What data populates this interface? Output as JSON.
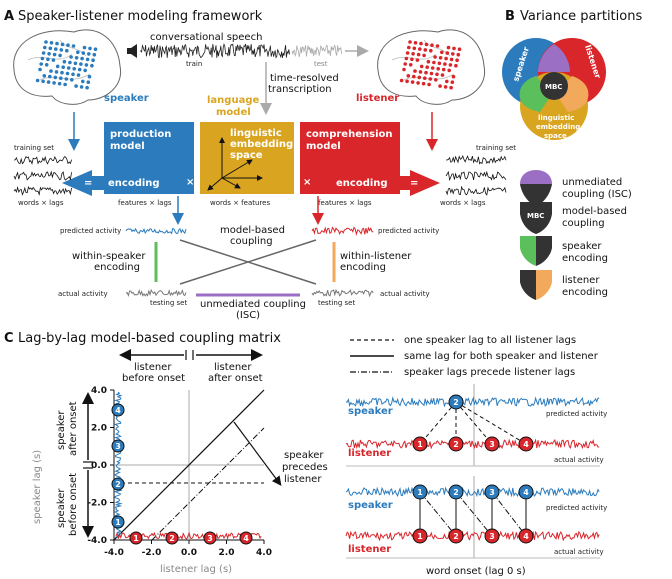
{
  "panel_a": {
    "letter": "A",
    "title": "Speaker-listener modeling framework",
    "speech_label": "conversational speech",
    "train_label": "train",
    "test_label": "test",
    "transcription_line1": "time-resolved",
    "transcription_line2": "transcription",
    "speaker_label": "speaker",
    "listener_label": "listener",
    "language_model_line1": "language",
    "language_model_line2": "model",
    "production_line1": "production",
    "production_line2": "model",
    "production_encoding": "encoding",
    "linguistic_line1": "linguistic",
    "linguistic_line2": "embedding",
    "linguistic_line3": "space",
    "comprehension_line1": "comprehension",
    "comprehension_line2": "model",
    "comprehension_encoding": "encoding",
    "training_set_left": "training set",
    "training_set_right": "training set",
    "words_lags_left": "words × lags",
    "words_lags_right": "words × lags",
    "features_lags_left": "features × lags",
    "features_lags_right": "features × lags",
    "words_features": "words × features",
    "equals": "=",
    "times": "×",
    "predicted_left": "predicted activity",
    "predicted_right": "predicted activity",
    "model_based_line1": "model-based",
    "model_based_line2": "coupling",
    "within_speaker_line1": "within-speaker",
    "within_speaker_line2": "encoding",
    "within_listener_line1": "within-listener",
    "within_listener_line2": "encoding",
    "actual_left": "actual activity",
    "actual_right": "actual activity",
    "testing_left": "testing set",
    "testing_right": "testing set",
    "unmediated_line1": "unmediated coupling",
    "unmediated_line2": "(ISC)"
  },
  "panel_b": {
    "letter": "B",
    "title": "Variance partitions",
    "speaker_circle": "speaker",
    "listener_circle": "listener",
    "center": "MBC",
    "bottom_line1": "linguistic",
    "bottom_line2": "embedding",
    "bottom_line3": "space",
    "legend": [
      {
        "line1": "unmediated",
        "line2": "coupling (ISC)",
        "icon": "purple-top-shield-icon",
        "color": "#9b6fc4"
      },
      {
        "line1": "model-based",
        "line2": "coupling",
        "icon": "mbc-shield-icon",
        "color": "#333333",
        "glyph": "MBC"
      },
      {
        "line1": "speaker",
        "line2": "encoding",
        "icon": "green-left-shield-icon",
        "color": "#5bbf5b"
      },
      {
        "line1": "listener",
        "line2": "encoding",
        "icon": "orange-right-shield-icon",
        "color": "#f2a95c"
      }
    ]
  },
  "panel_c": {
    "letter": "C",
    "title": "Lag-by-lag model-based coupling matrix",
    "listener_before_line1": "listener",
    "listener_before_line2": "before onset",
    "listener_after_line1": "listener",
    "listener_after_line2": "after onset",
    "speaker_after_line1": "speaker",
    "speaker_after_line2": "after onset",
    "speaker_before_line1": "speaker",
    "speaker_before_line2": "before onset",
    "speaker_lag_axis": "speaker lag (s)",
    "listener_lag_axis": "listener lag (s)",
    "precedes_line1": "speaker",
    "precedes_line2": "precedes",
    "precedes_line3": "listener",
    "y_ticks": [
      "4.0",
      "2.0",
      "0.0",
      "-2.0",
      "-4.0"
    ],
    "x_ticks": [
      "-4.0",
      "-2.0",
      "0.0",
      "2.0",
      "4.0"
    ],
    "matrix_nodes": [
      "1",
      "2",
      "3",
      "4"
    ],
    "legend_dashed": "one speaker lag to all listener lags",
    "legend_solid": "same lag for both speaker and listener",
    "legend_dashdot": "speaker lags precede listener lags",
    "trace_speaker_top": "speaker",
    "trace_listener_top": "listener",
    "predicted_top": "predicted activity",
    "actual_top": "actual activity",
    "trace_speaker_bottom": "speaker",
    "trace_listener_bottom": "listener",
    "predicted_bottom": "predicted activity",
    "actual_bottom": "actual activity",
    "word_onset": "word onset (lag 0 s)"
  },
  "colors": {
    "speaker_blue": "#2b7bbd",
    "listener_red": "#d9262b",
    "language_gold": "#d9a520",
    "mbc_dark": "#333333",
    "isc_purple": "#9b6fc4",
    "speaker_green": "#5bbf5b",
    "listener_orange": "#f2a95c",
    "grey": "#9e9e9e"
  }
}
